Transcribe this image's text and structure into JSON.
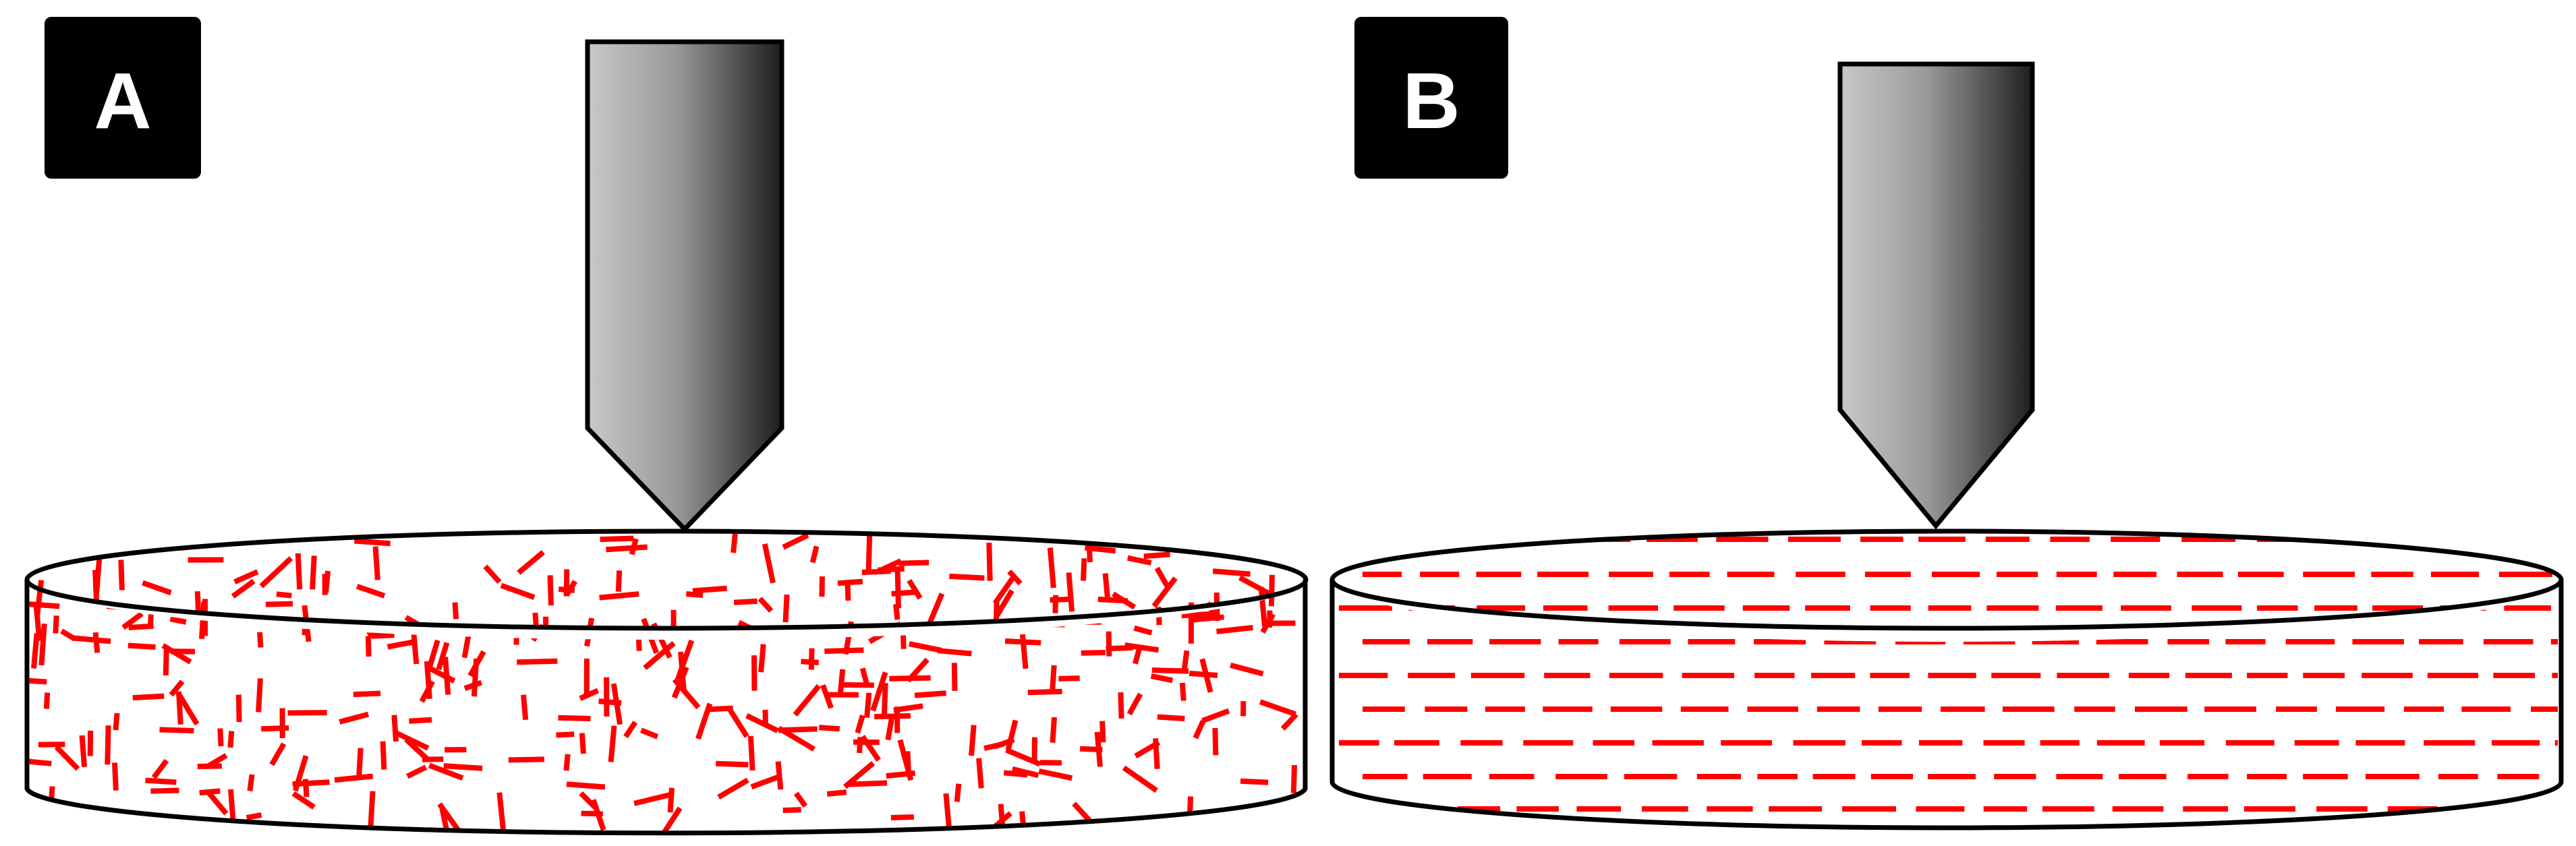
{
  "panels": [
    {
      "id": "A",
      "label": "A",
      "fiber_arrangement": "random",
      "fiber_color": "#ff0000"
    },
    {
      "id": "B",
      "label": "B",
      "fiber_arrangement": "aligned-horizontal",
      "fiber_color": "#ff0000"
    }
  ],
  "colors": {
    "background": "#ffffff",
    "label_box": "#000000",
    "label_text": "#ffffff",
    "outline": "#000000",
    "indenter_light": "#c8c8c8",
    "indenter_dark": "#1e1e1e"
  }
}
